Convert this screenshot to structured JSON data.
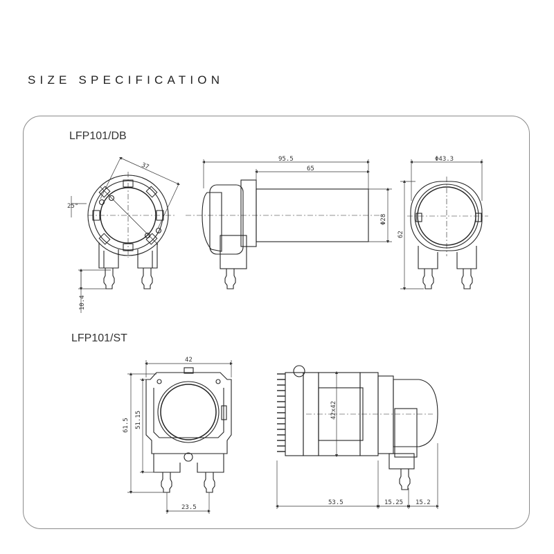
{
  "heading": "SIZE SPECIFICATION",
  "models": [
    {
      "label": "LFP101/DB",
      "dimensions": {
        "front_width": "37",
        "front_angle": "25°",
        "fitting_height": "10.4",
        "overall_length": "95.5",
        "body_length": "65",
        "body_diameter": "Φ28",
        "side_diameter": "Φ43.3",
        "side_height": "62"
      }
    },
    {
      "label": "LFP101/ST",
      "dimensions": {
        "front_width": "42",
        "outer_height": "61.5",
        "inner_height": "51.15",
        "fitting_spacing": "23.5",
        "motor_size": "42x42",
        "motor_length": "53.5",
        "head_length_1": "15.25",
        "head_length_2": "15.2"
      }
    }
  ]
}
